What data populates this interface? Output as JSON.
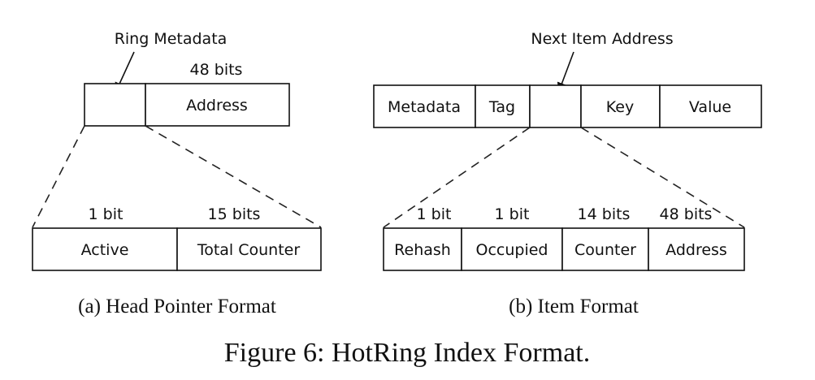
{
  "head_pointer": {
    "pointer_label": "Ring Metadata",
    "size_label": "48 bits",
    "field_address": "Address",
    "sub_sizes": [
      "1 bit",
      "15 bits"
    ],
    "sub_fields": [
      "Active",
      "Total Counter"
    ],
    "caption": "(a)  Head Pointer Format"
  },
  "item": {
    "pointer_label": "Next Item Address",
    "fields": [
      "Metadata",
      "Tag",
      "",
      "Key",
      "Value"
    ],
    "sub_sizes": [
      "1 bit",
      "1 bit",
      "14 bits",
      "48 bits"
    ],
    "sub_fields": [
      "Rehash",
      "Occupied",
      "Counter",
      "Address"
    ],
    "caption": "(b)  Item Format"
  },
  "figure_caption": "Figure 6: HotRing Index Format."
}
